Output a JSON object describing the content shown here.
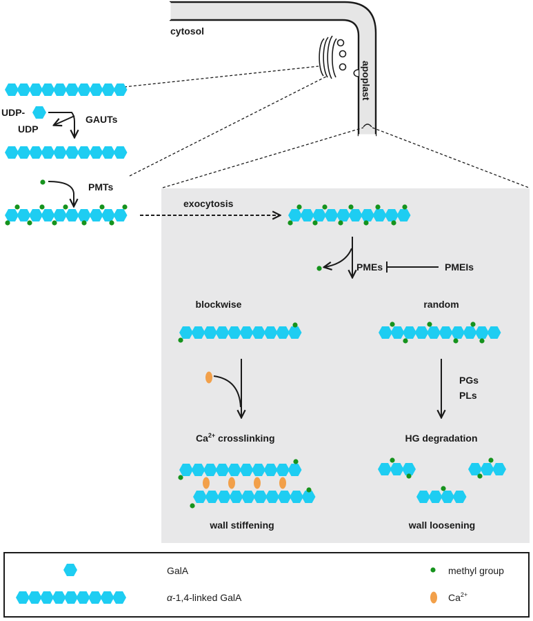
{
  "colors": {
    "galA": "#1ecdf2",
    "methyl": "#16931d",
    "calcium": "#f2a04a",
    "panel": "#e8e8e9",
    "ink": "#1a1a1a"
  },
  "labels": {
    "cytosol": "cytosol",
    "apoplast": "apoplast",
    "udp_donor": "UDP-",
    "udp": "UDP",
    "gauts": "GAUTs",
    "pmts": "PMTs",
    "exocytosis": "exocytosis",
    "pmes": "PMEs",
    "pmeis": "PMEIs",
    "blockwise": "blockwise",
    "random": "random",
    "pgs": "PGs",
    "pls": "PLs",
    "ca_crosslinking": "Ca",
    "ca_crosslinking_sup": "2+",
    "ca_crosslinking_rest": " crosslinking",
    "hg_degradation": "HG degradation",
    "wall_stiffening": "wall stiffening",
    "wall_loosening": "wall loosening"
  },
  "legend": {
    "galA": "GalA",
    "chain_alpha": "α",
    "chain_rest": "-1,4-linked GalA",
    "methyl": "methyl group",
    "ca": "Ca",
    "ca_sup": "2+"
  }
}
